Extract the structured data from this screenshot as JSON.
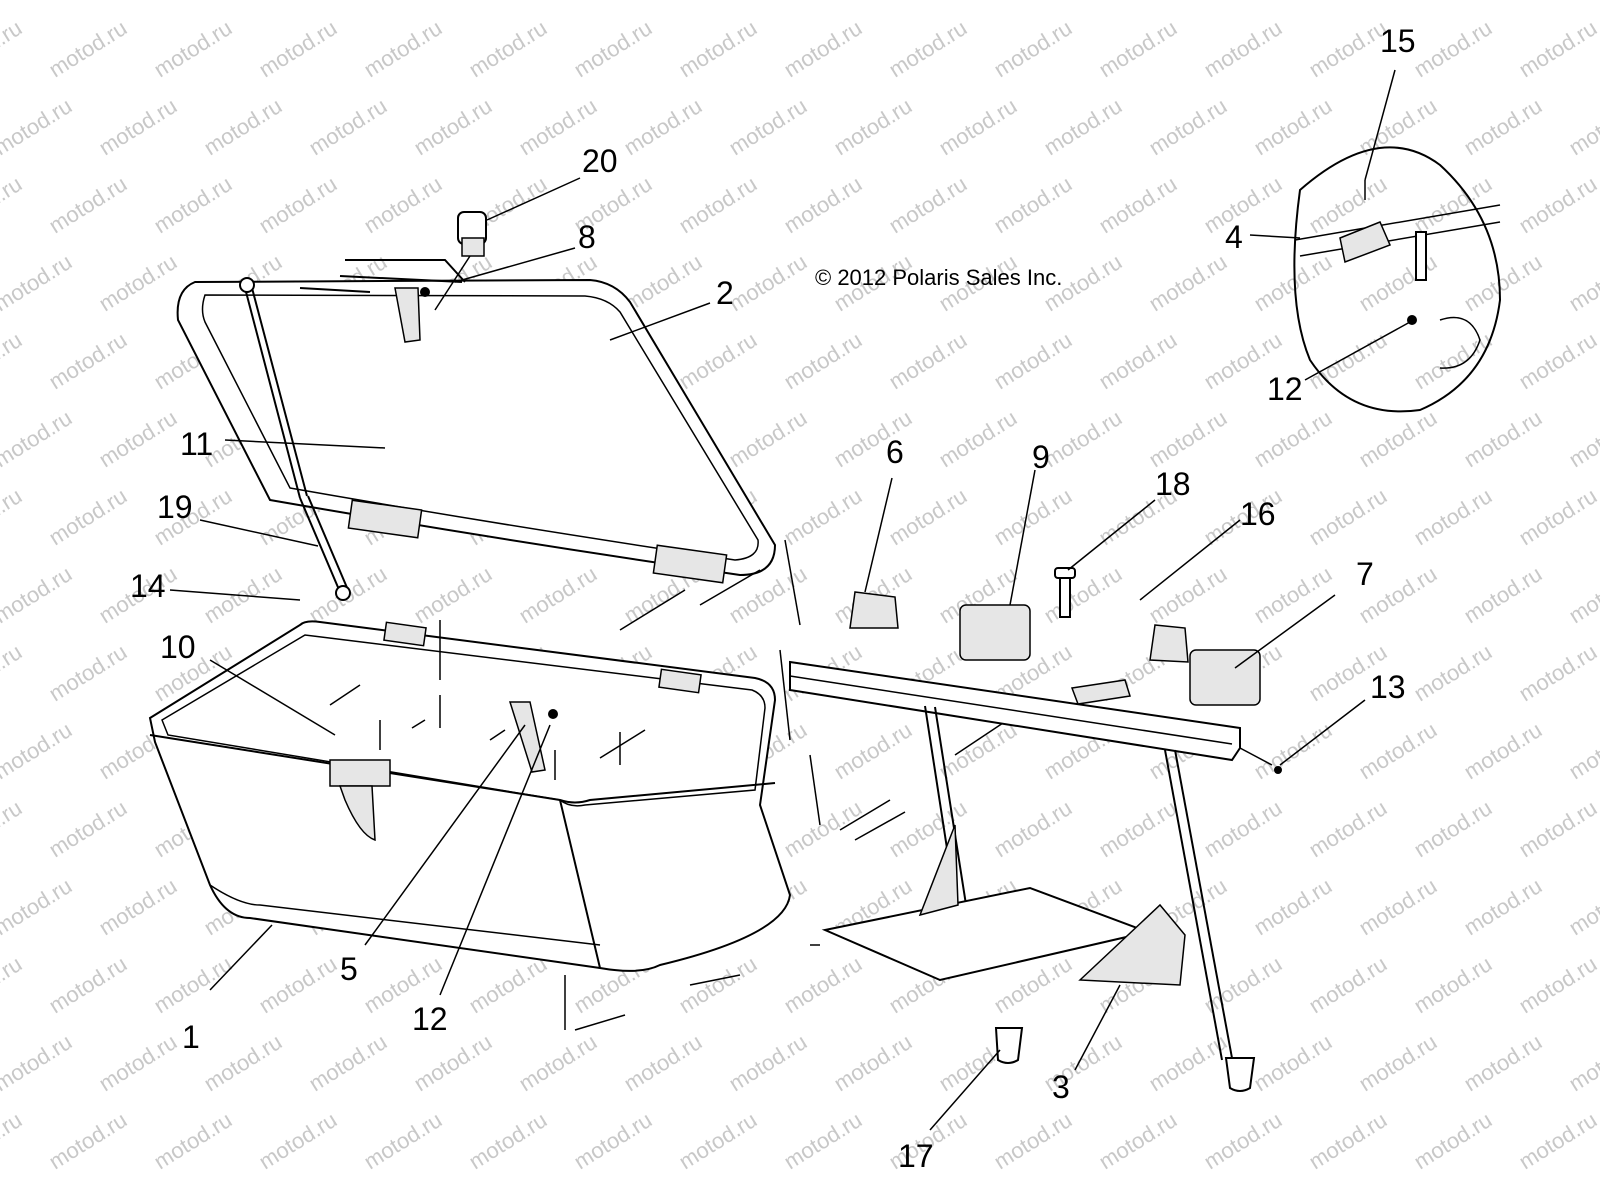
{
  "copyright": "© 2012 Polaris Sales Inc.",
  "watermark": "motod.ru",
  "callouts": [
    "1",
    "2",
    "3",
    "4",
    "5",
    "6",
    "7",
    "8",
    "9",
    "10",
    "11",
    "12",
    "12",
    "13",
    "14",
    "15",
    "16",
    "17",
    "18",
    "19",
    "20"
  ]
}
